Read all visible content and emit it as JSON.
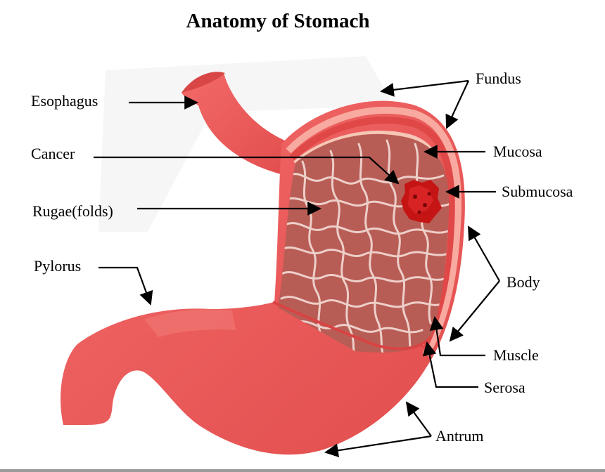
{
  "title": "Anatomy of Stomach",
  "labels": {
    "esophagus": "Esophagus",
    "cancer": "Cancer",
    "rugae": "Rugae(folds)",
    "pylorus": "Pylorus",
    "fundus": "Fundus",
    "mucosa": "Mucosa",
    "submucosa": "Submucosa",
    "body": "Body",
    "muscle": "Muscle",
    "serosa": "Serosa",
    "antrum": "Antrum"
  },
  "colors": {
    "wall": "#ef5b5b",
    "wall_dark": "#d94343",
    "wall_light": "#f9aaa0",
    "lining": "#f6c7b6",
    "interior": "#b85d55",
    "folds": "#f3dcd6",
    "tumor": "#c41414"
  }
}
